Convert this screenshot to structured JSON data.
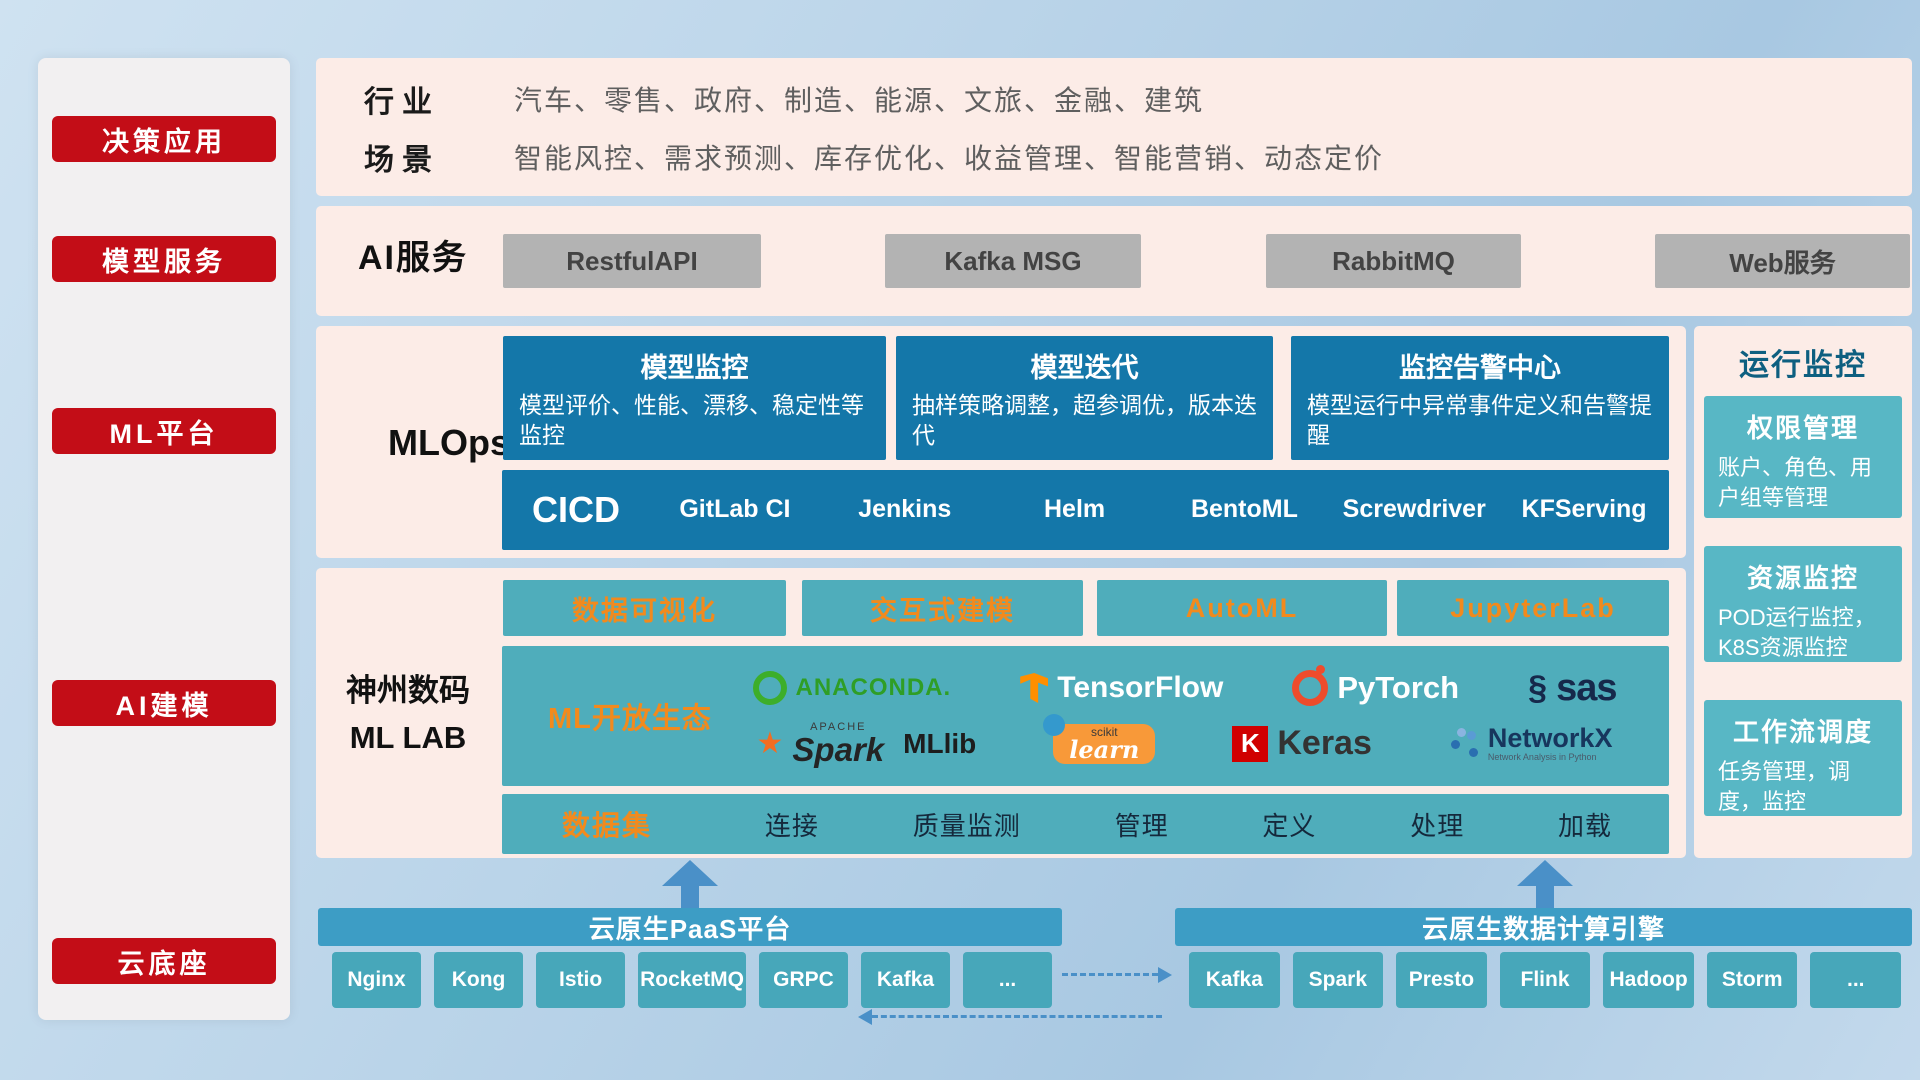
{
  "sidebar": {
    "items": [
      {
        "label": "决策应用"
      },
      {
        "label": "模型服务"
      },
      {
        "label": "ML平台"
      },
      {
        "label": "AI建模"
      },
      {
        "label": "云底座"
      }
    ]
  },
  "top_panel": {
    "industry_label": "行业",
    "industry_text": "汽车、零售、政府、制造、能源、文旅、金融、建筑",
    "scene_label": "场景",
    "scene_text": "智能风控、需求预测、库存优化、收益管理、智能营销、动态定价"
  },
  "ai_service": {
    "label": "AI服务",
    "items": [
      {
        "label": "RestfulAPI"
      },
      {
        "label": "Kafka MSG"
      },
      {
        "label": "RabbitMQ"
      },
      {
        "label": "Web服务"
      }
    ]
  },
  "mlops": {
    "label": "MLOps",
    "cards": [
      {
        "title": "模型监控",
        "desc": "模型评价、性能、漂移、稳定性等监控"
      },
      {
        "title": "模型迭代",
        "desc": "抽样策略调整，超参调优，版本迭代"
      },
      {
        "title": "监控告警中心",
        "desc": "模型运行中异常事件定义和告警提醒"
      }
    ],
    "cicd_title": "CICD",
    "cicd_items": [
      {
        "label": "GitLab CI"
      },
      {
        "label": "Jenkins"
      },
      {
        "label": "Helm"
      },
      {
        "label": "BentoML"
      },
      {
        "label": "Screwdriver"
      },
      {
        "label": "KFServing"
      }
    ]
  },
  "mllab": {
    "label_line1": "神州数码",
    "label_line2": "ML LAB",
    "tools": [
      {
        "label": "数据可视化"
      },
      {
        "label": "交互式建模"
      },
      {
        "label": "AutoML"
      },
      {
        "label": "JupyterLab"
      }
    ],
    "eco_title": "ML开放生态",
    "logos": {
      "anaconda": "ANACONDA.",
      "tensorflow": "TensorFlow",
      "pytorch": "PyTorch",
      "sas": "sas",
      "spark_small": "APACHE",
      "spark": "Spark",
      "mllib": "MLlib",
      "sklearn_small": "scikit",
      "sklearn": "learn",
      "keras_k": "K",
      "keras": "Keras",
      "networkx": "NetworkX",
      "networkx_sub": "Network Analysis in Python"
    },
    "dataset_title": "数据集",
    "dataset_items": [
      {
        "label": "连接"
      },
      {
        "label": "质量监测"
      },
      {
        "label": "管理"
      },
      {
        "label": "定义"
      },
      {
        "label": "处理"
      },
      {
        "label": "加载"
      }
    ]
  },
  "monitor": {
    "title": "运行监控",
    "cards": [
      {
        "title": "权限管理",
        "desc": "账户、角色、用户组等管理"
      },
      {
        "title": "资源监控",
        "desc": "POD运行监控，K8S资源监控"
      },
      {
        "title": "工作流调度",
        "desc": "任务管理，调度，监控"
      }
    ]
  },
  "cloud": {
    "paas_title": "云原生PaaS平台",
    "paas_items": [
      {
        "label": "Nginx"
      },
      {
        "label": "Kong"
      },
      {
        "label": "Istio"
      },
      {
        "label": "RocketMQ"
      },
      {
        "label": "GRPC"
      },
      {
        "label": "Kafka"
      },
      {
        "label": "..."
      }
    ],
    "engine_title": "云原生数据计算引擎",
    "engine_items": [
      {
        "label": "Kafka"
      },
      {
        "label": "Spark"
      },
      {
        "label": "Presto"
      },
      {
        "label": "Flink"
      },
      {
        "label": "Hadoop"
      },
      {
        "label": "Storm"
      },
      {
        "label": "..."
      }
    ]
  }
}
